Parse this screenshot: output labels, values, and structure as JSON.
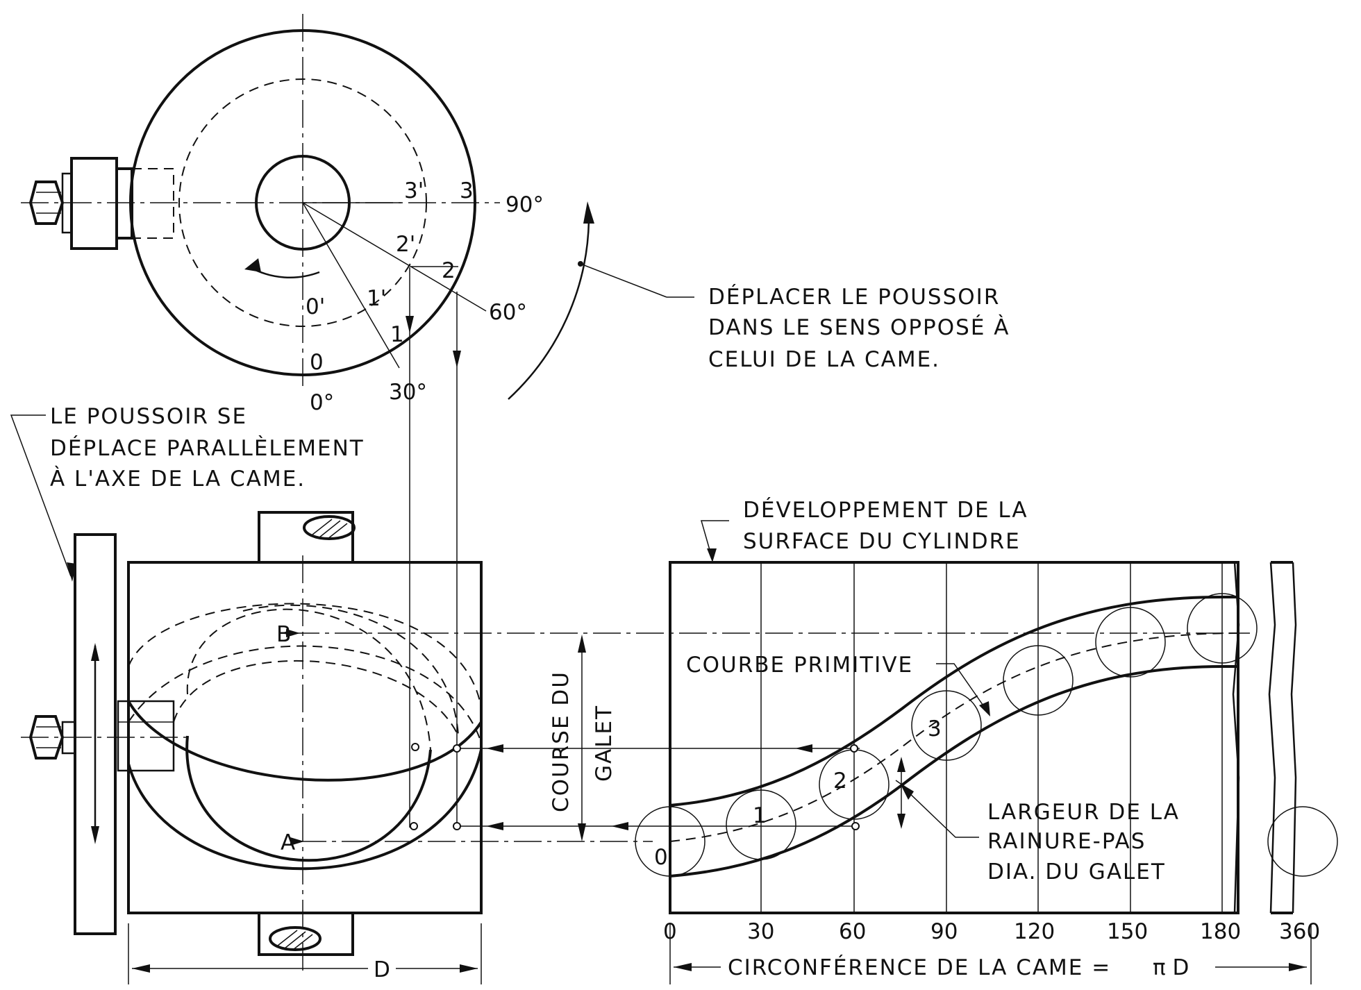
{
  "top_view": {
    "angle_90": "90°",
    "angle_60": "60°",
    "angle_30": "30°",
    "angle_0": "0°",
    "pt_3p": "3'",
    "pt_3": "3",
    "pt_2p": "2'",
    "pt_2": "2",
    "pt_1p": "1'",
    "pt_1": "1",
    "pt_0p": "0'",
    "pt_0": "0"
  },
  "notes": {
    "move_follower": [
      "DÉPLACER LE POUSSOIR",
      "DANS LE SENS OPPOSÉ À",
      "CELUI DE LA CAME."
    ],
    "follower_parallel": [
      "LE POUSSOIR SE",
      "DÉPLACE PARALLÈLEMENT",
      "À L'AXE DE LA CAME."
    ],
    "development": [
      "DÉVELOPPEMENT DE LA",
      "SURFACE DU CYLINDRE"
    ],
    "pitch_curve": "COURBE PRIMITIVE",
    "groove_width": [
      "LARGEUR DE LA",
      "RAINURE-PAS",
      "DIA. DU GALET"
    ],
    "roller_travel": [
      "COURSE DU",
      "GALET"
    ]
  },
  "front_view": {
    "label_B": "B",
    "label_A": "A",
    "label_D": "D"
  },
  "development_view": {
    "axis_ticks": [
      "0",
      "30",
      "60",
      "90",
      "120",
      "150",
      "180",
      "360"
    ],
    "roller_labels": [
      "0",
      "1",
      "2",
      "3"
    ],
    "circumference": "CIRCONFÉRENCE DE LA CAME = ",
    "pi_d": "π D"
  }
}
